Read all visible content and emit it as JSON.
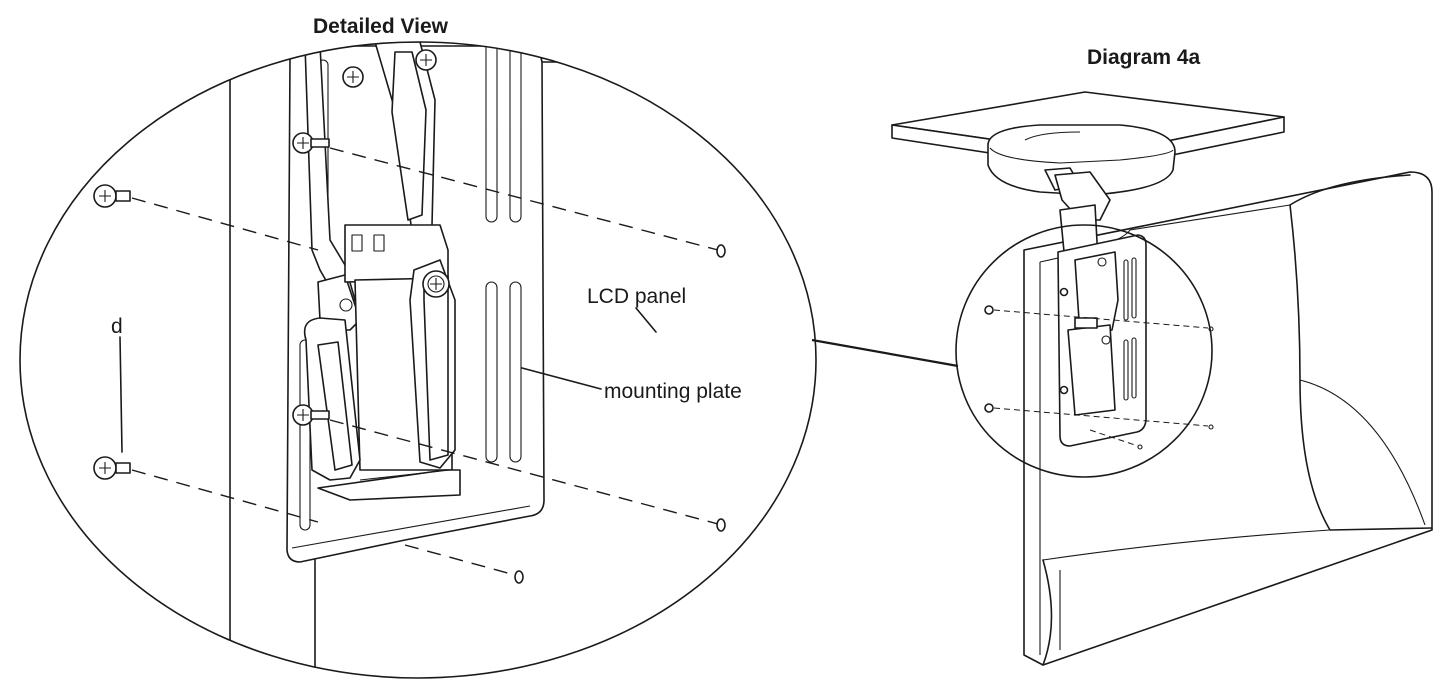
{
  "detail_view": {
    "title": "Detailed View",
    "labels": {
      "screw": "d",
      "lcd_panel": "LCD panel",
      "mounting_plate": "mounting plate"
    }
  },
  "overview": {
    "title": "Diagram 4a"
  }
}
